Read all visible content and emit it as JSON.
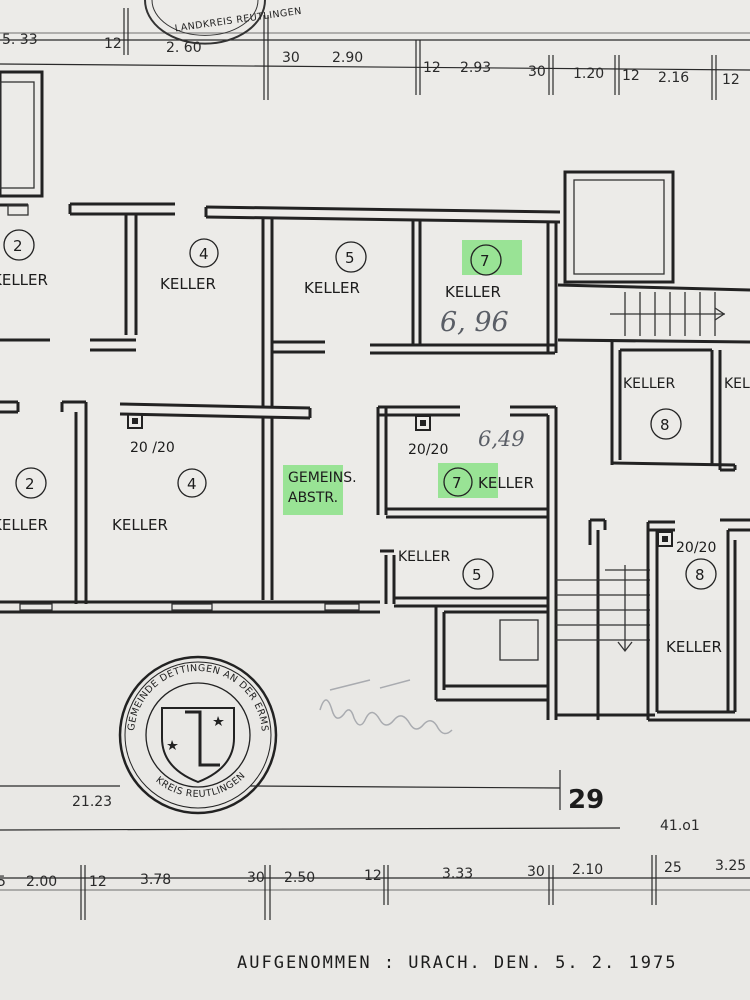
{
  "top_dims": {
    "d1": "5. 33",
    "d2": "12",
    "d3": "2. 60",
    "d4": "30",
    "d5": "2.90",
    "d6": "12",
    "d7": "2.93",
    "d8": "30",
    "d9": "1.20",
    "d10": "12",
    "d11": "2.16",
    "d12": "12"
  },
  "stamp_top_text": "LANDKREIS REUTLINGEN",
  "rooms": {
    "r_top_left_num": "2",
    "r_top_left_label": "KELLER",
    "r_top_4_num": "4",
    "r_top_4_label": "KELLER",
    "r_top_5_num": "5",
    "r_top_5_label": "KELLER",
    "r_top_7_num": "7",
    "r_top_7_label": "KELLER",
    "r_top_7_area": "6, 96",
    "r_right_8_label": "KELLER",
    "r_right_8_num": "8",
    "r_right_edge_label": "KEL",
    "r_mid_left_num": "2",
    "r_mid_left_label": "KELLER",
    "r_mid_4_chimney": "20 /20",
    "r_mid_4_num": "4",
    "r_mid_4_label": "KELLER",
    "r_gemeins_line1": "GEMEINS.",
    "r_gemeins_line2": "ABSTR.",
    "r_mid_7_chimney": "20/20",
    "r_mid_7_area": "6,49",
    "r_mid_7_num": "7",
    "r_mid_7_label": "KELLER",
    "r_lower_5_label": "KELLER",
    "r_lower_5_num": "5",
    "r_lower_right_chimney": "20/20",
    "r_lower_right_num": "8",
    "r_lower_right_label": "KELLER"
  },
  "stamp": {
    "ring_top": "GEMEINDE DETTINGEN AN DER ERMS",
    "ring_bottom": "KREIS REUTLINGEN"
  },
  "annotations": {
    "total_left": "21.23",
    "marker": "29",
    "total_right": "41.o1"
  },
  "bottom_dims": {
    "b1": "5",
    "b2": "2.00",
    "b3": "12",
    "b4": "3.78",
    "b5": "30",
    "b6": "2.50",
    "b7": "12",
    "b8": "3.33",
    "b9": "30",
    "b10": "2.10",
    "b11": "25",
    "b12": "3.25"
  },
  "footer": {
    "text": "AUFGENOMMEN : URACH. DEN. 5. 2. 1975"
  },
  "colors": {
    "highlight": "#7ee07a",
    "paper": "#ecebe8",
    "ink": "#1e1e1e",
    "pencil": "#5a5e66"
  }
}
